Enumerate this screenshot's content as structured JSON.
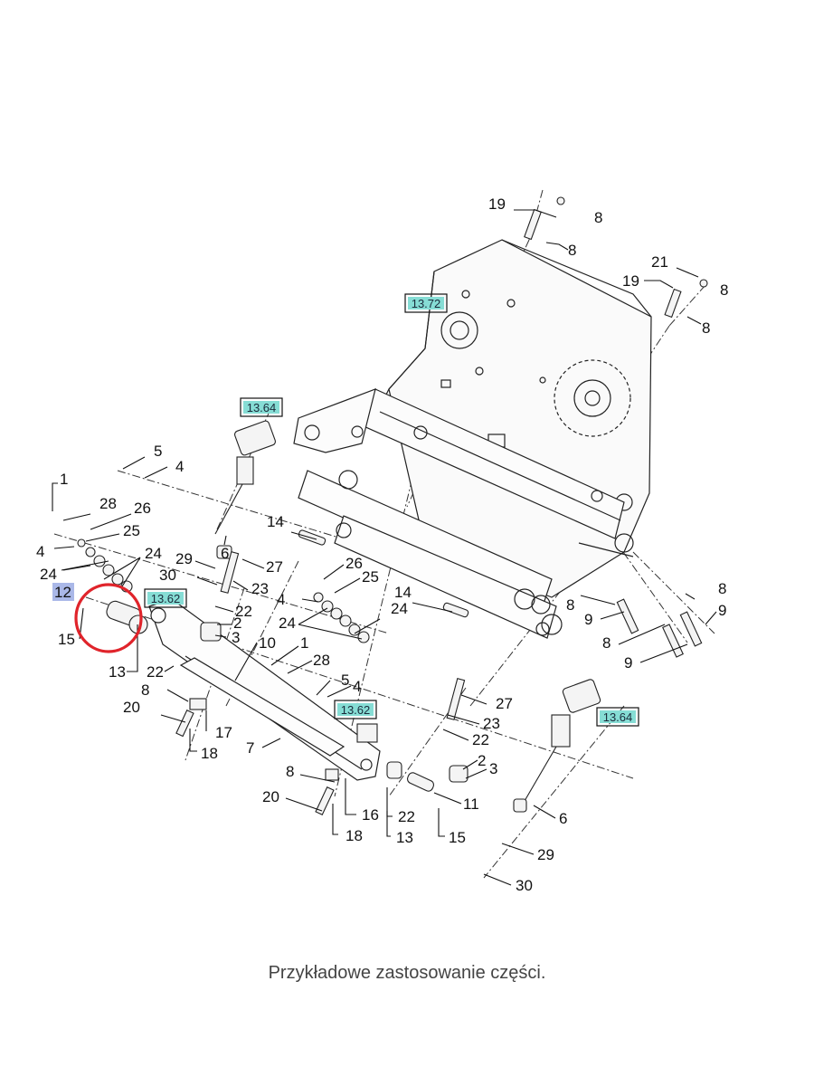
{
  "diagram": {
    "part_labels": {
      "n19a": "19",
      "n8a": "8",
      "n8b": "8",
      "n21": "21",
      "n19b": "19",
      "n8c": "8",
      "n8d": "8",
      "n5a": "5",
      "n4a": "4",
      "n1a": "1",
      "n28a": "28",
      "n26a": "26",
      "n25a": "25",
      "n4b": "4",
      "n24a": "24",
      "n24b": "24",
      "n12": "12",
      "n15a": "15",
      "n13a": "13",
      "n22a": "22",
      "n6a": "6",
      "n29a": "29",
      "n30a": "30",
      "n27a": "27",
      "n23a": "23",
      "n22b": "22",
      "n2a": "2",
      "n3a": "3",
      "n14a": "14",
      "n26b": "26",
      "n25b": "25",
      "n4c": "4",
      "n24c": "24",
      "n24d": "24",
      "n14b": "14",
      "n10": "10",
      "n1b": "1",
      "n28b": "28",
      "n8e": "8",
      "n20a": "20",
      "n17": "17",
      "n18a": "18",
      "n7": "7",
      "n5b": "5",
      "n4d": "4",
      "n27b": "27",
      "n23b": "23",
      "n22c": "22",
      "n2b": "2",
      "n3b": "3",
      "n11": "11",
      "n8f": "8",
      "n20b": "20",
      "n16": "16",
      "n18b": "18",
      "n22d": "22",
      "n13b": "13",
      "n15b": "15",
      "n8g": "8",
      "n9a": "9",
      "n8h": "8",
      "n9b": "9",
      "n8i": "8",
      "n9c": "9",
      "n6b": "6",
      "n29b": "29",
      "n30b": "30"
    },
    "refs": {
      "r1372": "13.72",
      "r1364a": "13.64",
      "r1362a": "13.62",
      "r1362b": "13.62",
      "r1364b": "13.64"
    },
    "colors": {
      "ref_box_fill": "#86ddd5",
      "highlight_fill": "#aab8e8",
      "circle_stroke": "#e0242b"
    }
  },
  "caption": "Przykładowe zastosowanie części."
}
